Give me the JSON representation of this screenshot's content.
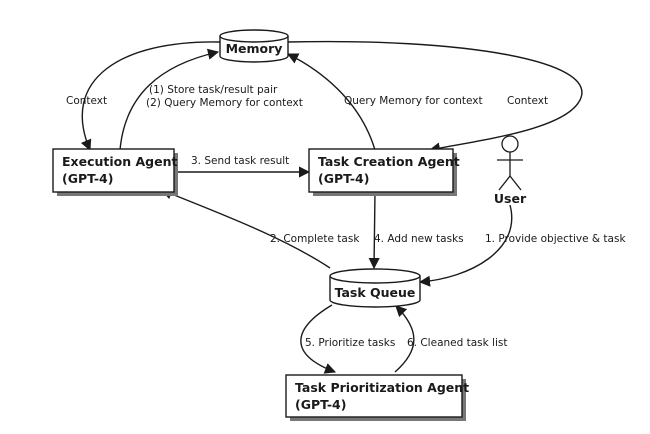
{
  "nodes": {
    "memory": {
      "label": "Memory"
    },
    "execution_agent": {
      "label": "Execution Agent",
      "sublabel": "(GPT-4)"
    },
    "task_creation_agent": {
      "label": "Task Creation Agent",
      "sublabel": "(GPT-4)"
    },
    "task_queue": {
      "label": "Task Queue"
    },
    "task_prioritization_agent": {
      "label": "Task Prioritization Agent",
      "sublabel": "(GPT-4)"
    },
    "user": {
      "label": "User"
    }
  },
  "edges": {
    "context_left": "Context",
    "store_pair": "(1) Store task/result pair",
    "query_memory_exec": "(2) Query Memory for context",
    "query_memory_creation": "Query Memory for context",
    "context_right": "Context",
    "send_result": "3. Send task result",
    "complete_task": "2. Complete task",
    "add_new_tasks": "4. Add new tasks",
    "provide_objective": "1. Provide objective & task",
    "prioritize_tasks": "5. Prioritize tasks",
    "cleaned_list": "6. Cleaned task list"
  }
}
